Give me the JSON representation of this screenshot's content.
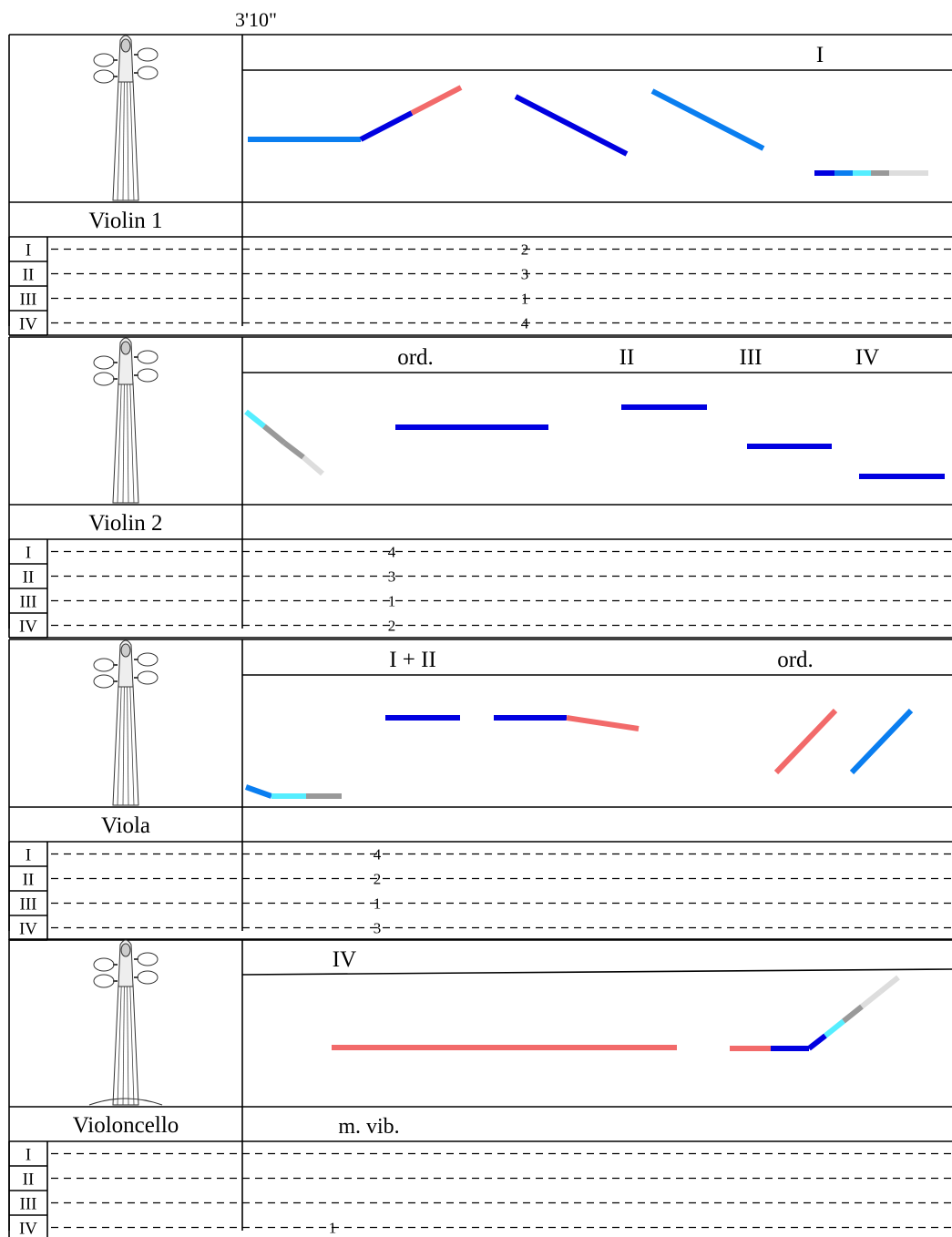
{
  "time_marker": "3'10\"",
  "string_labels": [
    "I",
    "II",
    "III",
    "IV"
  ],
  "colors": {
    "dark_blue": "#0000e0",
    "light_blue": "#0a7ef0",
    "cyan": "#55eeff",
    "salmon": "#f26a6a",
    "gray": "#999999",
    "light_gray": "#dddddd"
  },
  "sections": [
    {
      "instrument": "Violin  1",
      "markings": [
        {
          "text": "I"
        }
      ],
      "below_marking": "",
      "finger_numbers": [
        "2",
        "3",
        "1",
        "4"
      ]
    },
    {
      "instrument": "Violin  2",
      "markings": [
        {
          "text": "ord."
        },
        {
          "text": "II"
        },
        {
          "text": "III"
        },
        {
          "text": "IV"
        }
      ],
      "below_marking": "",
      "finger_numbers": [
        "4",
        "3",
        "1",
        "2"
      ]
    },
    {
      "instrument": "Viola",
      "markings": [
        {
          "text": "I + II"
        },
        {
          "text": "ord."
        }
      ],
      "below_marking": "",
      "finger_numbers": [
        "4",
        "2",
        "1",
        "3"
      ]
    },
    {
      "instrument": "Violoncello",
      "markings": [
        {
          "text": "IV"
        }
      ],
      "below_marking": "m. vib.",
      "finger_numbers": [
        "",
        "",
        "",
        "1"
      ]
    }
  ]
}
